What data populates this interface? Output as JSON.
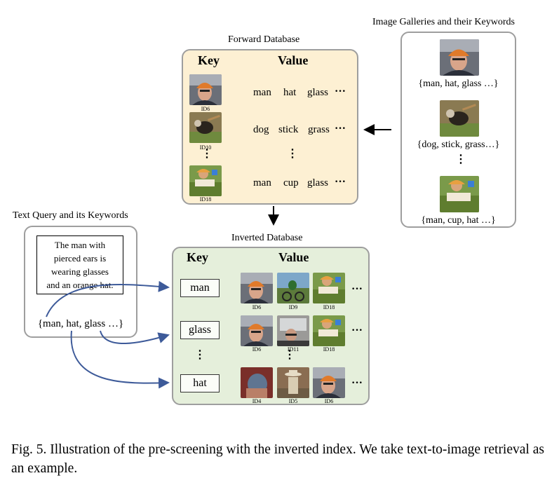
{
  "headings": {
    "forward_db": "Forward Database",
    "galleries": "Image Galleries and their Keywords",
    "text_query": "Text Query and its Keywords",
    "inverted_db": "Inverted Database"
  },
  "columns": {
    "key": "Key",
    "value": "Value"
  },
  "forward_rows": [
    {
      "id": "ID6",
      "words": [
        "man",
        "hat",
        "glass"
      ]
    },
    {
      "id": "ID10",
      "words": [
        "dog",
        "stick",
        "grass"
      ]
    },
    {
      "id": "ID18",
      "words": [
        "man",
        "cup",
        "glass"
      ]
    }
  ],
  "gallery_sets": [
    "{man, hat, glass …}",
    "{dog, stick, grass…}",
    "{man, cup, hat …}"
  ],
  "query": {
    "text_lines": [
      "The man with",
      "pierced ears is",
      "wearing glasses",
      "and an orange hat."
    ],
    "keywords": "{man, hat, glass …}"
  },
  "inverted_rows": [
    {
      "key": "man",
      "ids": [
        "ID6",
        "ID9",
        "ID18"
      ]
    },
    {
      "key": "glass",
      "ids": [
        "ID6",
        "ID11",
        "ID18"
      ]
    },
    {
      "key": "hat",
      "ids": [
        "ID4",
        "ID5",
        "ID6"
      ]
    }
  ],
  "symbols": {
    "ellipsis": "···",
    "vdots": "⋮"
  },
  "caption": "Fig. 5.   Illustration of the pre-screening with the inverted index. We take text-to-image retrieval as an example.",
  "colors": {
    "forward_bg": "#fdf0d3",
    "inverted_bg": "#e5efdb",
    "panel_border": "#9e9e9e",
    "query_arrow": "#3d5a99"
  }
}
